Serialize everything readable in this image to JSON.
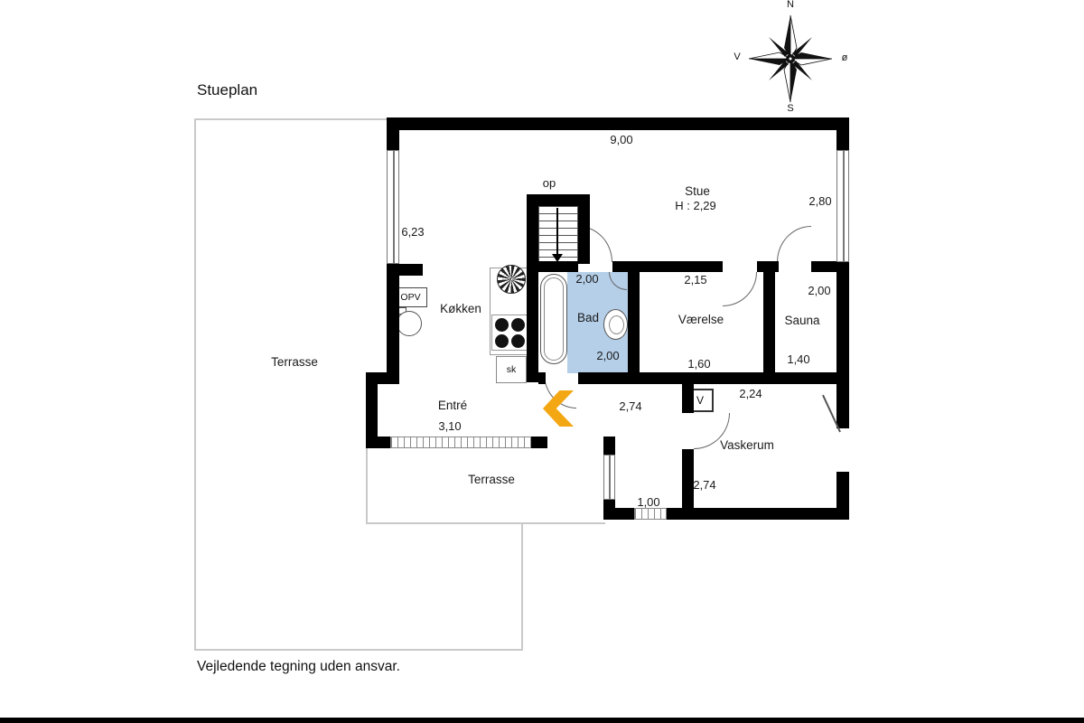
{
  "title": "Stueplan",
  "disclaimer": "Vejledende tegning uden ansvar.",
  "compass": {
    "north": "N",
    "south": "S",
    "west": "V",
    "east": "ø"
  },
  "rooms": {
    "stue": {
      "name": "Stue",
      "ceiling_height": "H : 2,29"
    },
    "kokken": {
      "name": "Køkken"
    },
    "bad": {
      "name": "Bad"
    },
    "vaerelse": {
      "name": "Værelse"
    },
    "sauna": {
      "name": "Sauna"
    },
    "vaskerum": {
      "name": "Vaskerum"
    },
    "entre": {
      "name": "Entré"
    },
    "terrasse_west": {
      "name": "Terrasse"
    },
    "terrasse_south": {
      "name": "Terrasse"
    }
  },
  "annotations": {
    "stairs_up": "op",
    "water_heater": "OPV",
    "closet": "sk",
    "washer": "V"
  },
  "dimensions": {
    "top_facade": "9,00",
    "west_facade": "6,23",
    "stue_east": "2,80",
    "bad_top": "2,00",
    "bad_bottom": "2,00",
    "vaerelse_top": "2,15",
    "vaerelse_bottom": "1,60",
    "sauna_top": "2,00",
    "sauna_bottom": "1,40",
    "vaskerum_width": "2,24",
    "vaskerum_height": "2,74",
    "gang": "2,74",
    "entre_width": "3,10",
    "entry_door": "1,00"
  },
  "colors": {
    "bath_fill": "#b5cfe9",
    "entry_arrow": "#f3a712",
    "wall": "#000000",
    "terrace_line": "#c9c9c9"
  }
}
